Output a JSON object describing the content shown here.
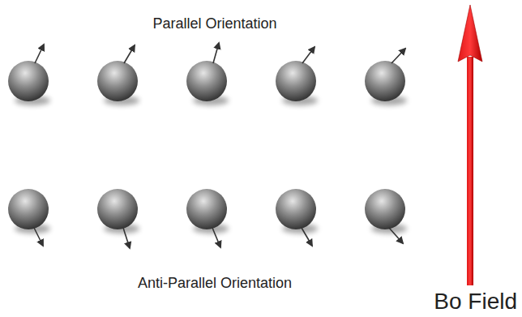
{
  "diagram": {
    "labels": [
      "Parallel Orientation",
      "Anti-Parallel Orientation",
      "Bo Field"
    ]
  }
}
